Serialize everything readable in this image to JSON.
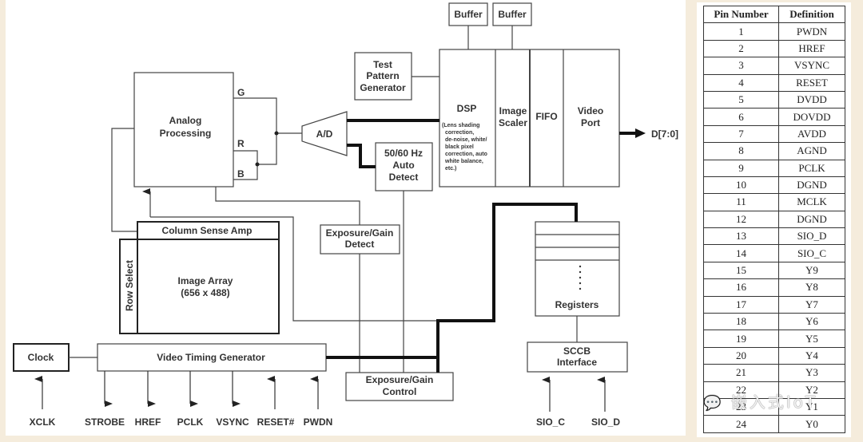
{
  "diagram": {
    "blocks": {
      "buffer1": "Buffer",
      "buffer2": "Buffer",
      "test_pattern": [
        "Test",
        "Pattern",
        "Generator"
      ],
      "analog_processing": [
        "Analog",
        "Processing"
      ],
      "ad": "A/D",
      "auto_detect": [
        "50/60 Hz",
        "Auto",
        "Detect"
      ],
      "dsp_title": "DSP",
      "dsp_desc": [
        "(Lens shading",
        "correction,",
        "de-noise, white/",
        "black pixel",
        "correction, auto",
        "white balance,",
        "etc.)"
      ],
      "image_scaler": [
        "Image",
        "Scaler"
      ],
      "fifo": "FIFO",
      "video_port": [
        "Video",
        "Port"
      ],
      "column_sense_amp": "Column Sense Amp",
      "row_select": "Row Select",
      "image_array": [
        "Image Array",
        "(656 x 488)"
      ],
      "exposure_detect": [
        "Exposure/Gain",
        "Detect"
      ],
      "exposure_control": [
        "Exposure/Gain",
        "Control"
      ],
      "registers": "Registers",
      "sccb": [
        "SCCB",
        "Interface"
      ],
      "clock": "Clock",
      "video_timing": "Video Timing Generator"
    },
    "channel_labels": {
      "g": "G",
      "r": "R",
      "b": "B"
    },
    "output_bus": "D[7:0]",
    "signals": {
      "xclk": "XCLK",
      "strobe": "STROBE",
      "href": "HREF",
      "pclk": "PCLK",
      "vsync": "VSYNC",
      "reset": "RESET#",
      "pwdn": "PWDN",
      "sio_c": "SIO_C",
      "sio_d": "SIO_D"
    }
  },
  "pin_table": {
    "headers": [
      "Pin Number",
      "Definition"
    ],
    "rows": [
      [
        "1",
        "PWDN"
      ],
      [
        "2",
        "HREF"
      ],
      [
        "3",
        "VSYNC"
      ],
      [
        "4",
        "RESET"
      ],
      [
        "5",
        "DVDD"
      ],
      [
        "6",
        "DOVDD"
      ],
      [
        "7",
        "AVDD"
      ],
      [
        "8",
        "AGND"
      ],
      [
        "9",
        "PCLK"
      ],
      [
        "10",
        "DGND"
      ],
      [
        "11",
        "MCLK"
      ],
      [
        "12",
        "DGND"
      ],
      [
        "13",
        "SIO_D"
      ],
      [
        "14",
        "SIO_C"
      ],
      [
        "15",
        "Y9"
      ],
      [
        "16",
        "Y8"
      ],
      [
        "17",
        "Y7"
      ],
      [
        "18",
        "Y6"
      ],
      [
        "19",
        "Y5"
      ],
      [
        "20",
        "Y4"
      ],
      [
        "21",
        "Y3"
      ],
      [
        "22",
        "Y2"
      ],
      [
        "23",
        "Y1"
      ],
      [
        "24",
        "Y0"
      ]
    ]
  },
  "watermark": {
    "icon": "wechat-icon",
    "text": "嵌入式IoT"
  }
}
